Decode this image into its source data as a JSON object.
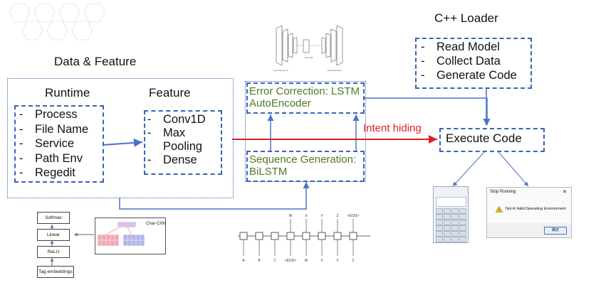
{
  "titles": {
    "data_feature": "Data & Feature",
    "cpp_loader": "C++ Loader",
    "runtime": "Runtime",
    "feature": "Feature"
  },
  "runtime_items": [
    "Process",
    "File Name",
    "Service",
    "Path Env",
    "Regedit"
  ],
  "feature_items": [
    "Conv1D",
    "Max",
    "Pooling",
    "Dense"
  ],
  "loader_items": [
    "Read Model",
    "Collect Data",
    "Generate Code"
  ],
  "error_correction": [
    "Error Correction: LSTM",
    "AutoEncoder"
  ],
  "sequence_generation": [
    "Sequence Generation:",
    "BiLSTM"
  ],
  "intent_hiding": "Intent hiding",
  "execute_code": "Execute Code",
  "char_cnn": {
    "softmax": "Softmax",
    "linear": "Linear",
    "relu": "ReLU",
    "tag_embeddings": "Tag embeddings",
    "char_cnn_label": "Char-CNN"
  },
  "bilstm_inputs": [
    "A",
    "B",
    "C",
    "<EOD>",
    "W",
    "X",
    "Y",
    "Z"
  ],
  "bilstm_outputs": [
    "W",
    "X",
    "Y",
    "Z",
    "<EOD>"
  ],
  "dialog": {
    "title": "Stop Running",
    "close": "✕",
    "message": "Not A Valid Operating Environment",
    "ok": "确定"
  },
  "colors": {
    "box_blue": "#3a62b8",
    "arrow_blue": "#4a72c8",
    "intent_red": "#e02020",
    "green_text": "#4e7a22"
  }
}
